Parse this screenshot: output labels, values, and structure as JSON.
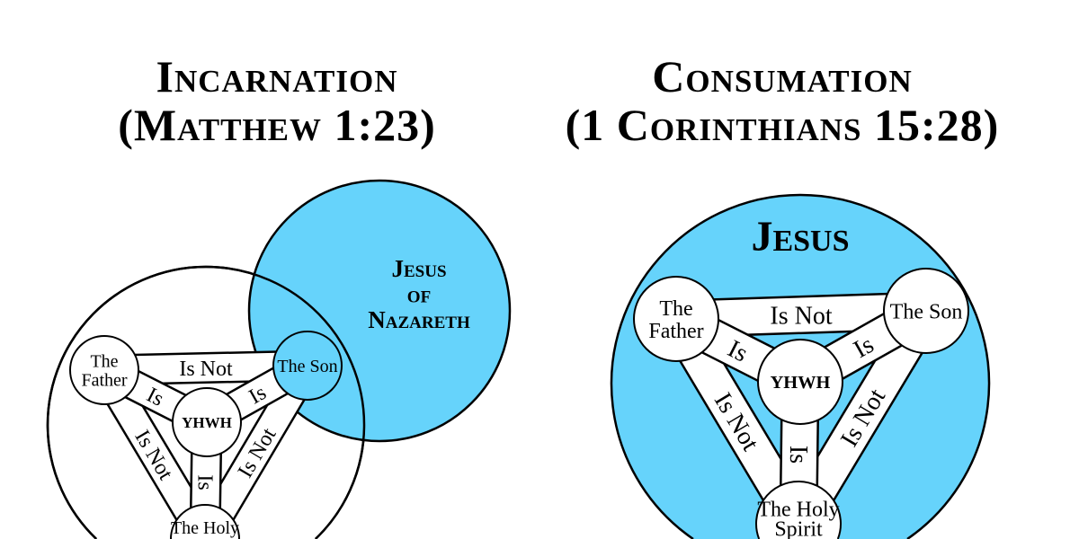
{
  "left": {
    "title_line1": "Incarnation",
    "title_line2": "(Matthew 1:23)",
    "overlay_label": [
      "Jesus",
      "of",
      "Nazareth"
    ],
    "nodes": {
      "father": [
        "The",
        "Father"
      ],
      "son": [
        "The Son"
      ],
      "center": [
        "YHWH"
      ],
      "spirit": [
        "The Holy"
      ]
    },
    "edges": {
      "father_son": "Is Not",
      "father_spirit": "Is Not",
      "son_spirit": "Is Not",
      "father_center": "Is",
      "son_center": "Is",
      "center_spirit": "Is"
    }
  },
  "right": {
    "title_line1": "Consumation",
    "title_line2": "(1 Corinthians 15:28)",
    "overlay_label": [
      "Jesus"
    ],
    "nodes": {
      "father": [
        "The",
        "Father"
      ],
      "son": [
        "The Son"
      ],
      "center": [
        "YHWH"
      ],
      "spirit": [
        "The Holy",
        "Spirit"
      ]
    },
    "edges": {
      "father_son": "Is Not",
      "father_spirit": "Is Not",
      "son_spirit": "Is Not",
      "father_center": "Is",
      "son_center": "Is",
      "center_spirit": "Is"
    }
  },
  "colors": {
    "accent_blue": "#66d3fb",
    "line": "#000000",
    "fill": "#ffffff"
  }
}
